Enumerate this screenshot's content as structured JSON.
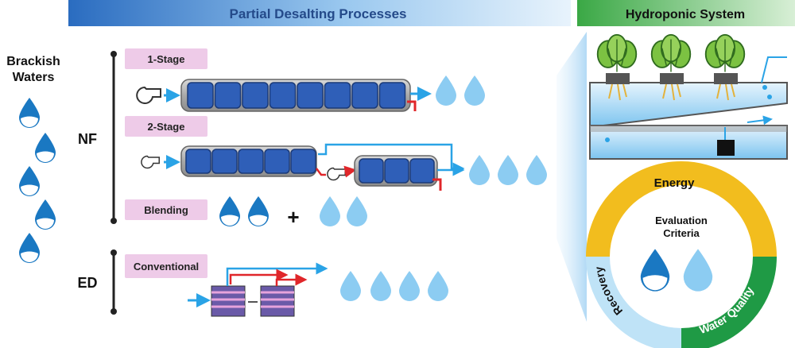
{
  "header": {
    "title": "Partial Desalting Processes",
    "right_title": "Hydroponic System"
  },
  "source": {
    "label_line1": "Brackish",
    "label_line2": "Waters"
  },
  "nf": {
    "label": "NF",
    "stage1_label": "1-Stage",
    "stage2_label": "2-Stage",
    "blending_label": "Blending",
    "plus": "+"
  },
  "ed": {
    "label": "ED",
    "conventional_label": "Conventional"
  },
  "criteria": {
    "center_line1": "Evaluation",
    "center_line2": "Criteria",
    "energy": "Energy",
    "recovery": "Recovery",
    "water_quality": "Water Quality"
  },
  "colors": {
    "header_blue": "#2a6cc0",
    "header_green": "#4caf50",
    "dark_blue": "#1a78c2",
    "light_blue": "#8cccf2",
    "membrane": "#2f5fb8",
    "pink": "#eecbe8",
    "energy": "#f2bd1e",
    "recovery": "#bfe3f7",
    "water_quality": "#1f9a45",
    "arrow": "#2aa3e6",
    "red": "#e0262a"
  }
}
